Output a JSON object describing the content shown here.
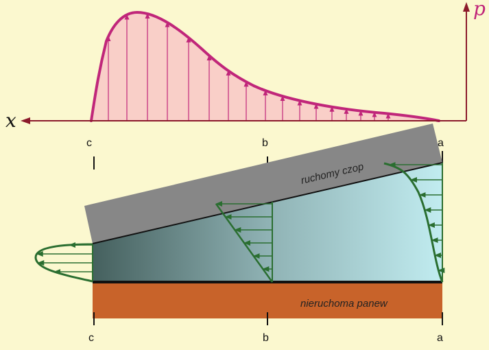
{
  "axes": {
    "x_label": "x",
    "p_label": "p",
    "axis_color": "#8b1a2b",
    "p_label_color": "#c0267a"
  },
  "points": {
    "top": [
      "c",
      "b",
      "a"
    ],
    "bottom": [
      "c",
      "b",
      "a"
    ]
  },
  "parts": {
    "moving": "ruchomy czop",
    "fixed": "nieruchoma panew"
  },
  "colors": {
    "background": "#fbf8cf",
    "pressure_fill": "#f9cfc8",
    "pressure_curve": "#c0267a",
    "journal": "#878787",
    "bearing": "#c8632a",
    "oil_dark": "#45605e",
    "oil_light": "#c1ecf0",
    "velocity_arrows": "#2a6e30"
  }
}
